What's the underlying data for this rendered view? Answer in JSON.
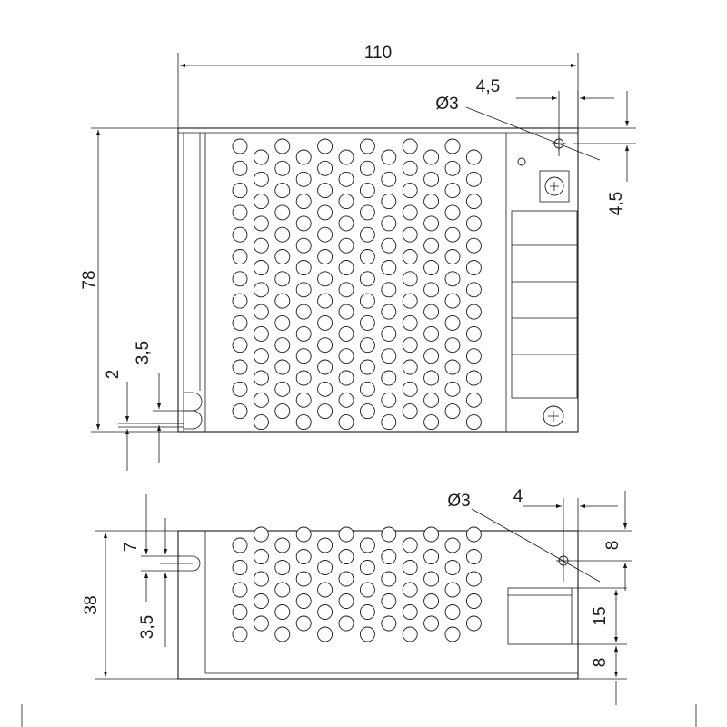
{
  "top_view": {
    "dims": {
      "width": "110",
      "height": "78",
      "hole_offset_x": "4,5",
      "hole_offset_y": "4,5",
      "hole_diameter": "Ø3",
      "slot_width": "2",
      "slot_depth": "3,5"
    }
  },
  "side_view": {
    "dims": {
      "height": "38",
      "slot_width": "7",
      "slot_depth": "3,5",
      "hole_diameter": "Ø3",
      "hole_offset_x": "4",
      "hole_offset_y": "8",
      "connector_height": "15",
      "connector_offset": "8"
    }
  }
}
